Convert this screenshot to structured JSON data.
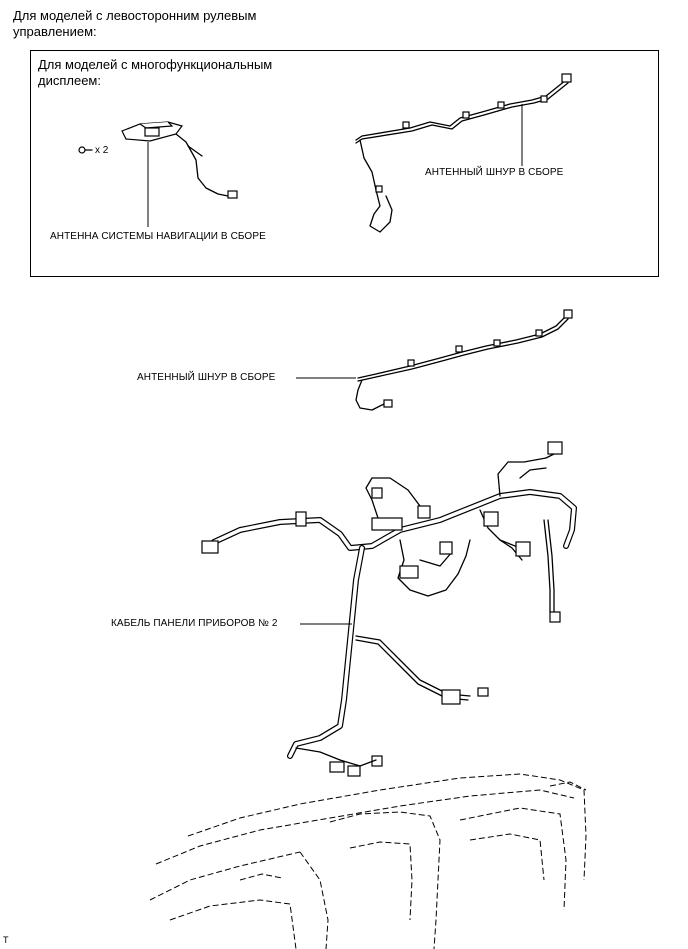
{
  "heading": "Для моделей с левосторонним рулевым управлением:",
  "inset": {
    "heading": "Для моделей с многофункциональным дисплеем:",
    "nav_antenna_label": "АНТЕННА СИСТЕМЫ НАВИГАЦИИ В СБОРЕ",
    "antenna_cord_label": "АНТЕННЫЙ ШНУР В СБОРЕ",
    "screw_qty": "x 2"
  },
  "main": {
    "antenna_cord_label": "АНТЕННЫЙ ШНУР В СБОРЕ",
    "panel_cable_label": "КАБЕЛЬ ПАНЕЛИ ПРИБОРОВ № 2"
  },
  "corner_mark": "T"
}
